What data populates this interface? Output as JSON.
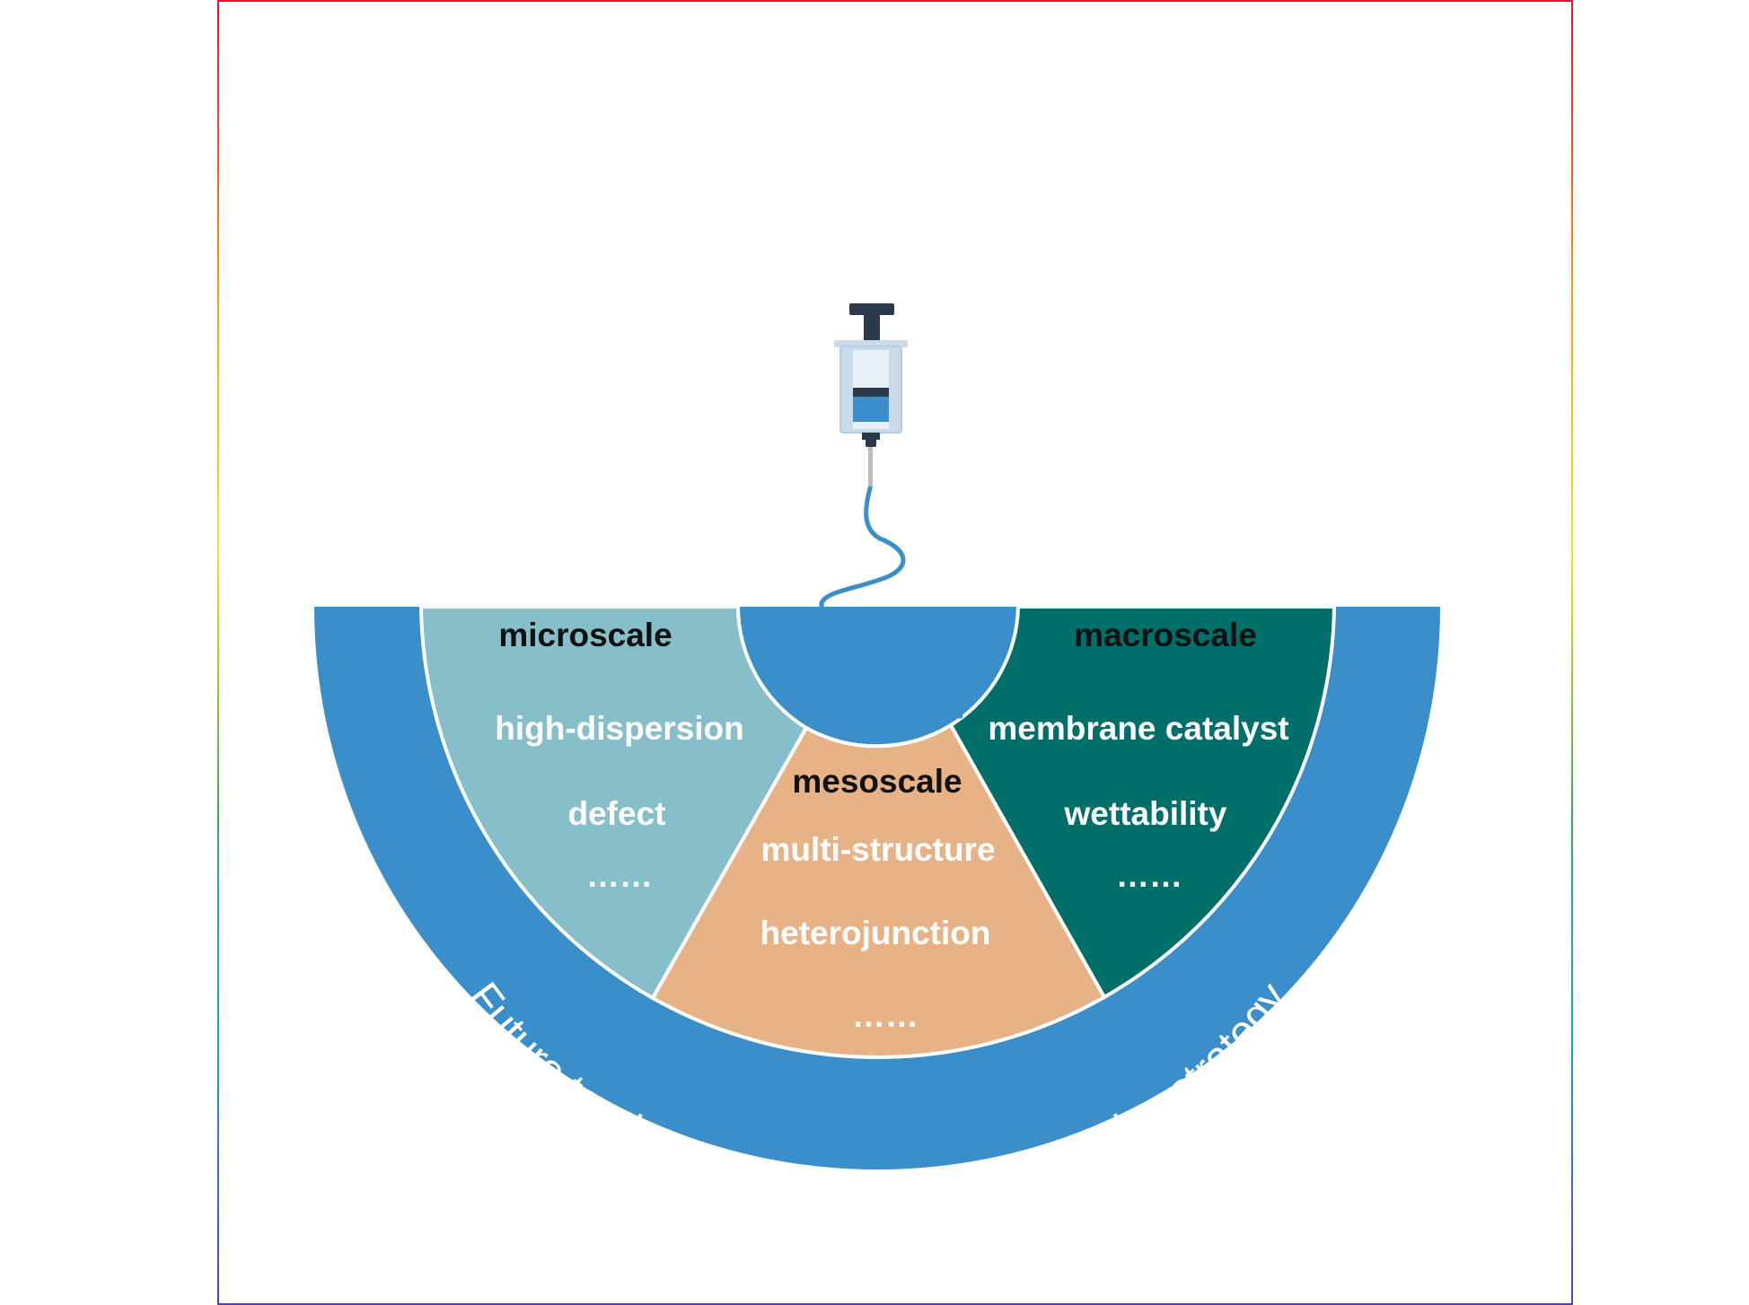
{
  "colors": {
    "ring": "#3a8fcb",
    "micro": "#86bfca",
    "meso": "#e8b287",
    "macro": "#006f6a",
    "fiber": "#3a8fcb",
    "syringe_dark": "#2b3a4a",
    "syringe_glass": "#c9dbe9",
    "syringe_fluid": "#3a8fcb",
    "frame_gradient": [
      "#e8112d",
      "#f59a1a",
      "#f7e21a",
      "#37b24d",
      "#1aa1d8",
      "#5b3cc4"
    ]
  },
  "ring_caption": "Future tendency: Multi-scale collaborative strategy",
  "sectors": {
    "micro": {
      "title": "microscale",
      "items": [
        "high-dispersion",
        "defect",
        "……"
      ]
    },
    "meso": {
      "title": "mesoscale",
      "items": [
        "multi-structure",
        "heterojunction",
        "……"
      ]
    },
    "macro": {
      "title": "macroscale",
      "items": [
        "membrane catalyst",
        "wettability",
        "……"
      ]
    }
  },
  "icons": {
    "syringe": "syringe-icon",
    "fiber": "electrospun-fiber"
  }
}
